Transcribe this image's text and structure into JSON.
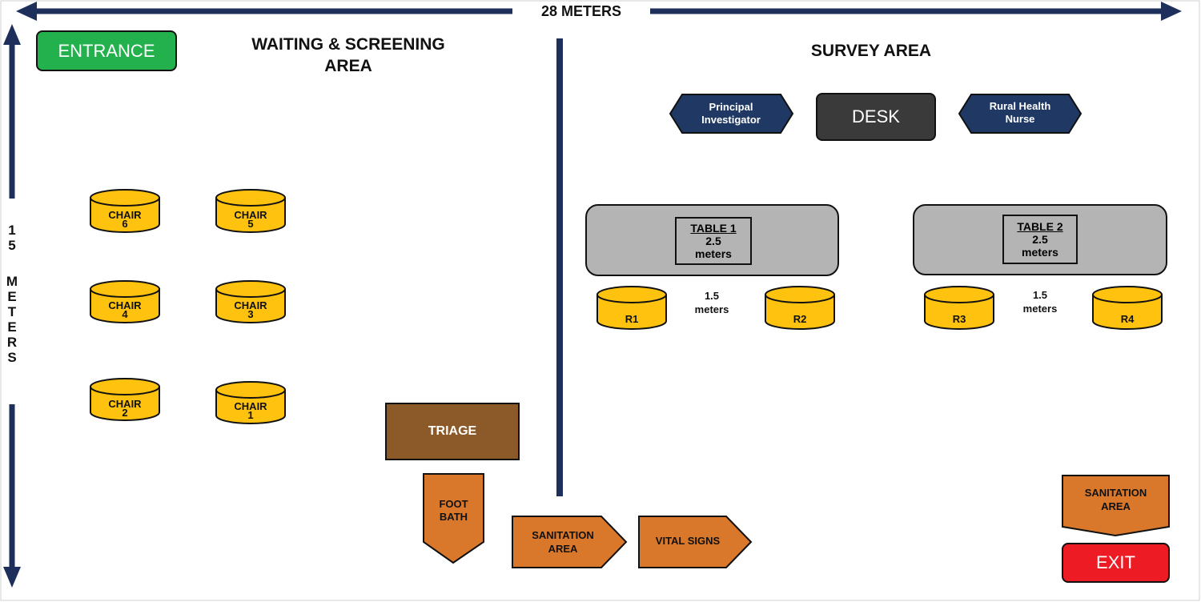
{
  "dimensions": {
    "width_label": "28 METERS",
    "height_label_digits": [
      "1",
      "5"
    ],
    "height_label_word": [
      "M",
      "E",
      "T",
      "E",
      "R",
      "S"
    ]
  },
  "areas": {
    "waiting_title_line1": "WAITING & SCREENING",
    "waiting_title_line2": "AREA",
    "survey_title": "SURVEY AREA"
  },
  "entrance_label": "ENTRANCE",
  "exit_label": "EXIT",
  "desk_label": "DESK",
  "staff": {
    "left_line1": "Principal",
    "left_line2": "Investigator",
    "right_line1": "Rural Health",
    "right_line2": "Nurse"
  },
  "chairs": [
    {
      "word": "CHAIR",
      "num": "6"
    },
    {
      "word": "CHAIR",
      "num": "5"
    },
    {
      "word": "CHAIR",
      "num": "4"
    },
    {
      "word": "CHAIR",
      "num": "3"
    },
    {
      "word": "CHAIR",
      "num": "2"
    },
    {
      "word": "CHAIR",
      "num": "1"
    }
  ],
  "tables": [
    {
      "name": "TABLE 1",
      "size": "2.5",
      "unit": "meters"
    },
    {
      "name": "TABLE 2",
      "size": "2.5",
      "unit": "meters"
    }
  ],
  "respondents": [
    "R1",
    "R2",
    "R3",
    "R4"
  ],
  "spacing": [
    {
      "value": "1.5",
      "unit": "meters"
    },
    {
      "value": "1.5",
      "unit": "meters"
    }
  ],
  "stations": {
    "triage": "TRIAGE",
    "foot_bath_line1": "FOOT",
    "foot_bath_line2": "BATH",
    "sanitation_line1": "SANITATION",
    "sanitation_line2": "AREA",
    "vital_signs": "VITAL SIGNS",
    "exit_sanitation_line1": "SANITATION",
    "exit_sanitation_line2": "AREA"
  },
  "colors": {
    "navy": "#1f2f5c",
    "chair_yellow": "#ffc20e",
    "station_orange": "#d9782a",
    "triage_brown": "#8b5a28",
    "entrance_green": "#22b14c",
    "exit_red": "#ed1c24",
    "table_gray": "#b4b4b4"
  }
}
